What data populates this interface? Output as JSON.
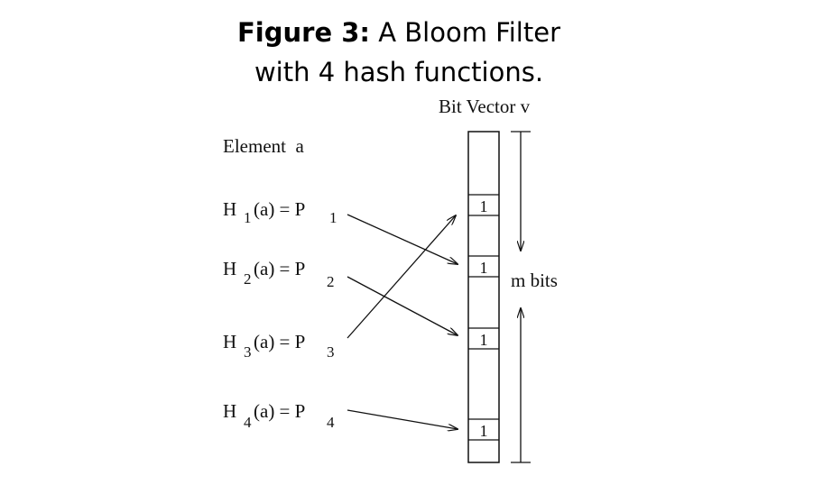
{
  "figure": {
    "label": "Figure 3:",
    "caption_line1": "A Bloom Filter",
    "caption_line2": "with 4 hash functions."
  },
  "diagram": {
    "vector_label": "Bit Vector v",
    "element_label": "Element  a",
    "size_label": "m bits",
    "bit_value": "1",
    "hashes": [
      {
        "h": "H",
        "sub": "1",
        "mid": "(a) = P",
        "psub": "1"
      },
      {
        "h": "H",
        "sub": "2",
        "mid": "(a) = P",
        "psub": "2"
      },
      {
        "h": "H",
        "sub": "3",
        "mid": "(a) = P",
        "psub": "3"
      },
      {
        "h": "H",
        "sub": "4",
        "mid": "(a) = P",
        "psub": "4"
      }
    ]
  }
}
